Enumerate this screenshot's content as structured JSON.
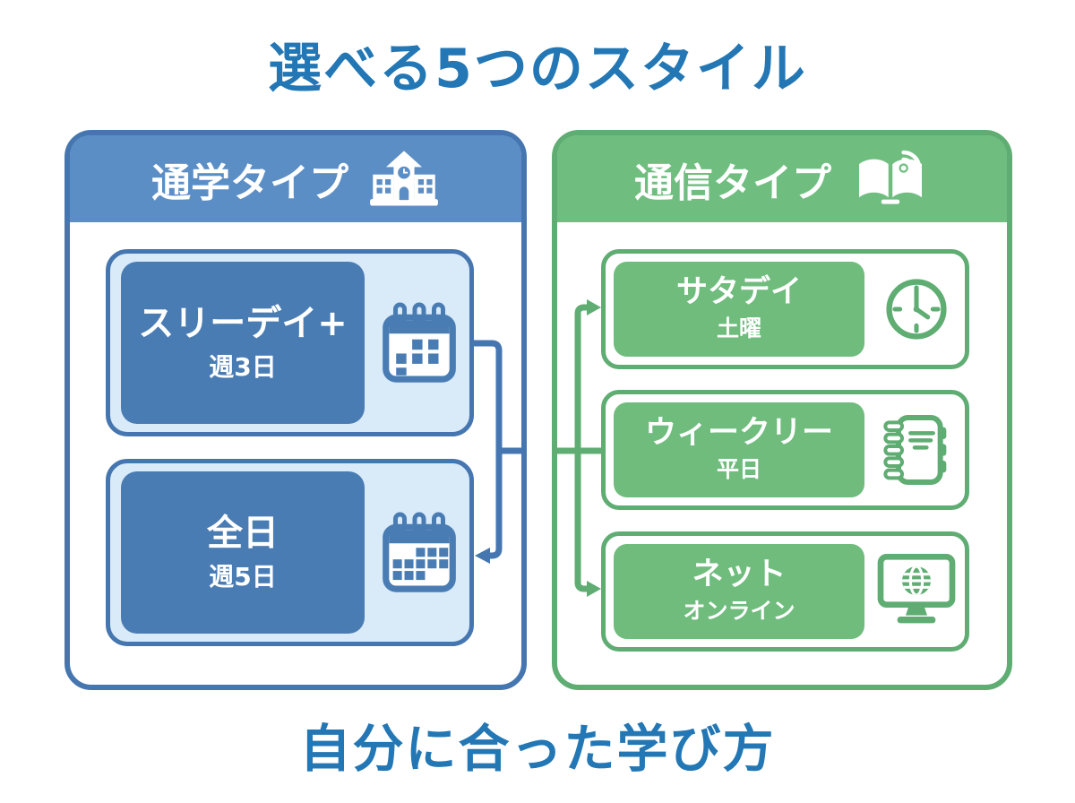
{
  "title": "選べる5つのスタイル",
  "footer": "自分に合った学び方",
  "colors": {
    "title_blue": "#2377b4",
    "panel_blue": "#4676b0",
    "panel_blue_header": "#5c8ec6",
    "card_blue_bg": "#d9eaf8",
    "card_blue_inner": "#4a7cb4",
    "panel_green": "#5fad72",
    "panel_green_header": "#6fbe80",
    "card_green_inner": "#6fbc7d"
  },
  "left_panel": {
    "header": {
      "label": "通学タイプ",
      "icon": "school-icon"
    },
    "cards": [
      {
        "title": "スリーデイ+",
        "subtitle": "週3日",
        "icon": "calendar-sparse-icon"
      },
      {
        "title": "全日",
        "subtitle": "週5日",
        "icon": "calendar-full-icon"
      }
    ]
  },
  "right_panel": {
    "header": {
      "label": "通信タイプ",
      "icon": "book-wifi-icon"
    },
    "cards": [
      {
        "title": "サタデイ",
        "subtitle": "土曜",
        "icon": "clock-icon"
      },
      {
        "title": "ウィークリー",
        "subtitle": "平日",
        "icon": "notebook-icon"
      },
      {
        "title": "ネット",
        "subtitle": "オンライン",
        "icon": "monitor-globe-icon"
      }
    ]
  }
}
